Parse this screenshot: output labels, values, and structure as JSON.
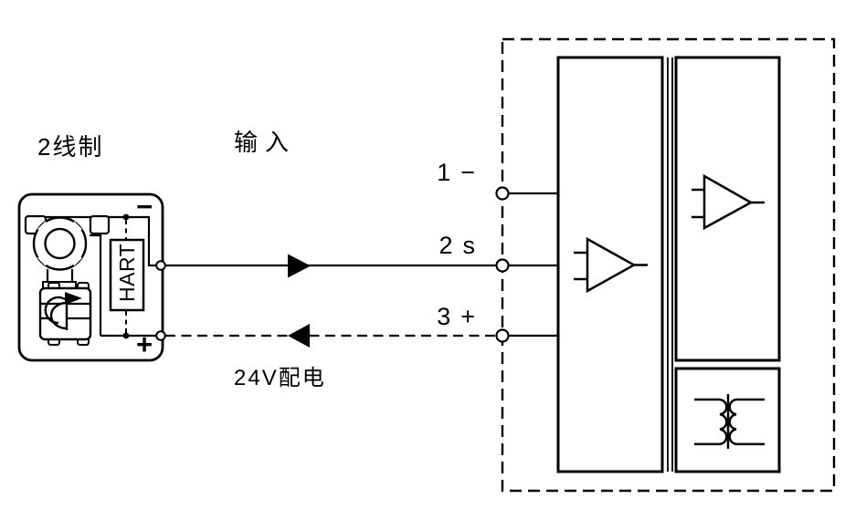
{
  "diagram": {
    "source_label": "2线制",
    "input_label": "输入",
    "power_label": "24V配电",
    "hart_label": "HART",
    "transmitter_polarity": {
      "minus": "−",
      "plus": "+"
    },
    "terminals": [
      {
        "number": "1",
        "sign": "−"
      },
      {
        "number": "2",
        "sign": "s"
      },
      {
        "number": "3",
        "sign": "+"
      }
    ],
    "colors": {
      "line": "#000000",
      "background": "#ffffff"
    },
    "icons": {
      "transmitter": "pressure-transmitter-2wire-icon",
      "hart": "hart-modem-box",
      "input_amplifier": "opamp-triangle-icon",
      "output_amplifier": "opamp-triangle-icon",
      "isolation": "galvanic-isolation-double-line",
      "transformer": "transformer-coils-icon",
      "signal_arrow": "arrow-right-icon",
      "power_arrow": "arrow-left-icon"
    }
  }
}
